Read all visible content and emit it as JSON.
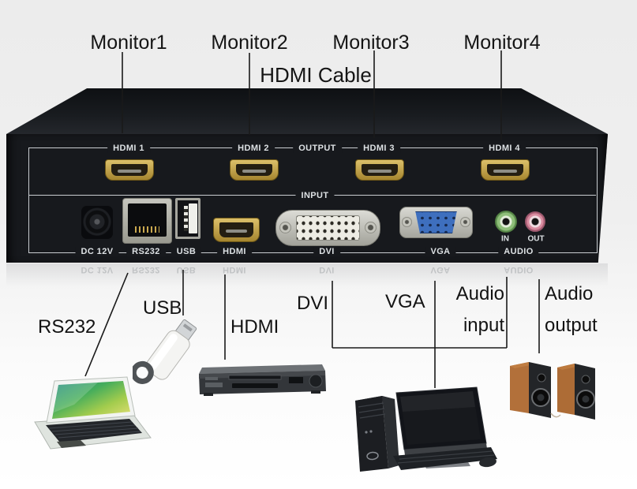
{
  "top_labels": {
    "monitor1": "Monitor1",
    "monitor2": "Monitor2",
    "monitor3": "Monitor3",
    "monitor4": "Monitor4",
    "hdmi_cable": "HDMI Cable"
  },
  "device_panel": {
    "output_ports": [
      "HDMI 1",
      "HDMI 2",
      "HDMI 3",
      "HDMI 4"
    ],
    "output_section_label": "OUTPUT",
    "input_section_label": "INPUT",
    "input_port_labels": [
      "DC 12V",
      "RS232",
      "USB",
      "HDMI",
      "DVI",
      "VGA",
      "AUDIO"
    ],
    "audio_in_label": "IN",
    "audio_out_label": "OUT"
  },
  "annotations": {
    "rs232": "RS232",
    "usb": "USB",
    "hdmi": "HDMI",
    "dvi": "DVI",
    "vga": "VGA",
    "audio_input_line1": "Audio",
    "audio_input_line2": "input",
    "audio_output_line1": "Audio",
    "audio_output_line2": "output"
  },
  "colors": {
    "device_body": "#17191d",
    "panel_line": "#c9cdd1",
    "hdmi_gold": "#c7a94e",
    "vga_blue": "#3e6fbe",
    "audio_in_green": "#8fbf7a",
    "audio_out_pink": "#d98ca0",
    "annotation_text": "#131313"
  }
}
